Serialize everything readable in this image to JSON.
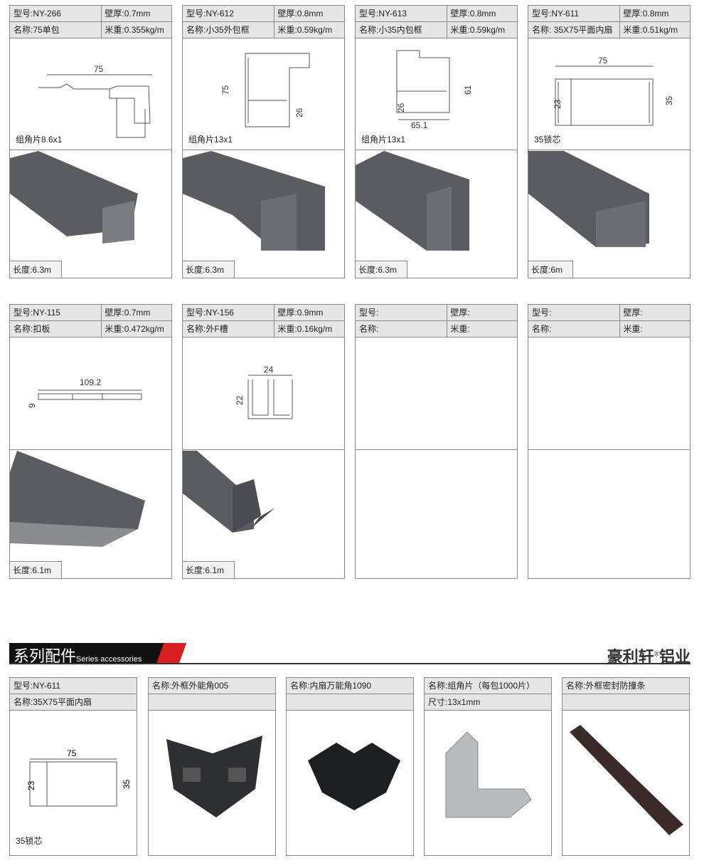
{
  "profiles": [
    {
      "model": "型号:NY-266",
      "wall": "壁厚:0.7mm",
      "name": "名称:75单包",
      "weight": "米重:0.355kg/m",
      "note": "组角片8.6x1",
      "length": "长度:6.3m",
      "dims": [
        "75"
      ]
    },
    {
      "model": "型号:NY-612",
      "wall": "壁厚:0.8mm",
      "name": "名称:小35外包框",
      "weight": "米重:0.59kg/m",
      "note": "组角片13x1",
      "length": "长度:6.3m",
      "dims": [
        "75",
        "26"
      ]
    },
    {
      "model": "型号:NY-613",
      "wall": "壁厚:0.8mm",
      "name": "名称:小35内包框",
      "weight": "米重:0.59kg/m",
      "note": "组角片13x1",
      "length": "长度:6.3m",
      "dims": [
        "26",
        "61",
        "65.1"
      ]
    },
    {
      "model": "型号:NY-611",
      "wall": "壁厚:0.8mm",
      "name": "名称: 35X75平面内扇",
      "weight": "米重:0.51kg/m",
      "note": "35锁芯",
      "length": "长度:6m",
      "dims": [
        "75",
        "23",
        "35"
      ]
    },
    {
      "model": "型号:NY-115",
      "wall": "壁厚:0.7mm",
      "name": "名称:扣板",
      "weight": "米重:0.472kg/m",
      "note": "",
      "length": "长度:6.1m",
      "dims": [
        "109.2",
        "9"
      ]
    },
    {
      "model": "型号:NY-156",
      "wall": "壁厚:0.9mm",
      "name": "名称:外F槽",
      "weight": "米重:0.16kg/m",
      "note": "",
      "length": "长度:6.1m",
      "dims": [
        "24",
        "22"
      ]
    },
    {
      "model": "型号:",
      "wall": "壁厚:",
      "name": "名称:",
      "weight": "米重:",
      "note": "",
      "length": "",
      "dims": []
    },
    {
      "model": "型号:",
      "wall": "壁厚:",
      "name": "名称:",
      "weight": "米重:",
      "note": "",
      "length": "",
      "dims": []
    }
  ],
  "section": {
    "title": "系列配件",
    "subtitle": "Series accessories",
    "brand": "豪利轩",
    "brand_suffix": "铝业",
    "reg": "®"
  },
  "accessories": [
    {
      "line1": "型号:NY-611",
      "line2": "名称:35X75平面内扇",
      "note": "35锁芯",
      "dims": [
        "75",
        "23",
        "35"
      ]
    },
    {
      "line1": "名称:外框外能角005",
      "line2": ""
    },
    {
      "line1": "名称:内扇万能角1090",
      "line2": ""
    },
    {
      "line1": "名称:组角片（每包1000片）",
      "line2": "尺寸:13x1mm"
    },
    {
      "line1": "名称:外框密封防撞条",
      "line2": ""
    }
  ],
  "colors": {
    "profile": "#5a5c62",
    "header": "#e6e6e6",
    "accent": "#d9201f"
  }
}
